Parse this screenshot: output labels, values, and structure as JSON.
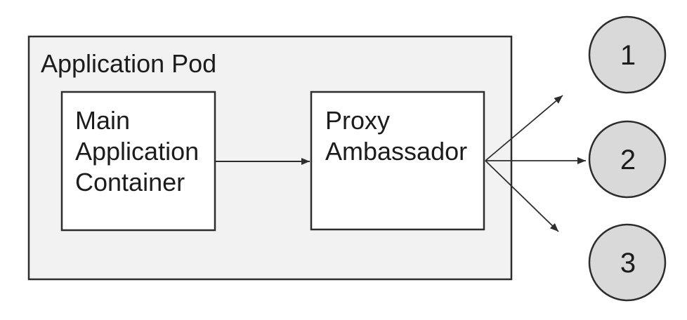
{
  "pod": {
    "label": "Application Pod"
  },
  "nodes": {
    "main": {
      "label": "Main Application Container",
      "lines": [
        "Main",
        "Application",
        "Container"
      ]
    },
    "proxy": {
      "label": "Proxy Ambassador",
      "lines": [
        "Proxy",
        "Ambassador"
      ]
    }
  },
  "endpoints": [
    {
      "label": "1"
    },
    {
      "label": "2"
    },
    {
      "label": "3"
    }
  ],
  "edges": [
    {
      "from": "Main Application Container",
      "to": "Proxy Ambassador"
    },
    {
      "from": "Proxy Ambassador",
      "to": "1"
    },
    {
      "from": "Proxy Ambassador",
      "to": "2"
    },
    {
      "from": "Proxy Ambassador",
      "to": "3"
    }
  ],
  "colors": {
    "background": "#ffffff",
    "pod_fill": "#f2f2f2",
    "node_fill": "#ffffff",
    "endpoint_fill": "#d9d9d9",
    "stroke": "#2d2d2d"
  }
}
